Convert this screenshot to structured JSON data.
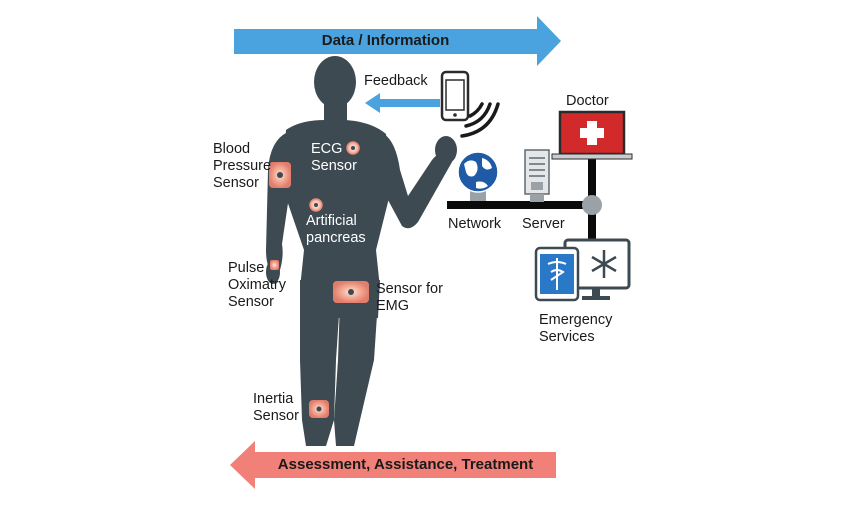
{
  "arrows": {
    "top": {
      "label": "Data / Information",
      "color": "#4aa3df"
    },
    "bottom": {
      "label": "Assessment, Assistance, Treatment",
      "color": "#f08078"
    }
  },
  "body_labels": {
    "blood_pressure": "Blood\nPressure\nSensor",
    "ecg": "ECG\nSensor",
    "artificial_pancreas": "Artificial\npancreas",
    "pulse_oximetry": "Pulse\nOximatry\nSensor",
    "emg": "Sensor for\nEMG",
    "inertia": "Inertia\nSensor"
  },
  "system_labels": {
    "feedback": "Feedback",
    "doctor": "Doctor",
    "network": "Network",
    "server": "Server",
    "emergency": "Emergency\nServices"
  },
  "colors": {
    "body": "#3d4a52",
    "sensor_ring": "#e88b7c",
    "network_line": "#0a0a0a",
    "doctor_screen": "#d22a2a",
    "tablet_screen": "#2a78c8",
    "globe": "#1f5aa6"
  }
}
